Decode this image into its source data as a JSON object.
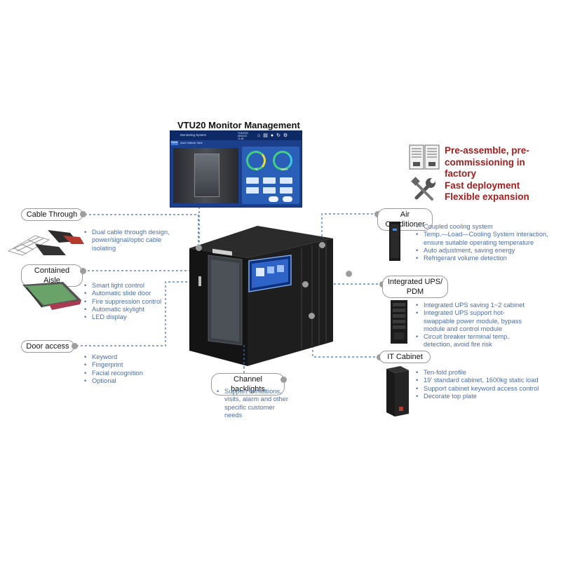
{
  "monitor": {
    "title": "VTU20 Monitor Management",
    "screen_header": "Monitoring System",
    "screen_center": "TUE2020 08/02/21 11:45",
    "screen_tab": "Home",
    "screen_alarm": "Alarm Statistic Table",
    "gauge_left_unit": "℃",
    "gauge_right_unit": "%RH"
  },
  "highlights": {
    "items": [
      "Pre-assemble, pre-commissioning in factory",
      "Fast deployment",
      "Flexible expansion"
    ],
    "color": "#a31f1f"
  },
  "callouts": {
    "cable_through": {
      "label": "Cable Through",
      "features": [
        "Dual cable through design, power/signal/optic cable isolating"
      ]
    },
    "contained_aisle": {
      "label": "Contained Aisle",
      "features": [
        "Smart light control",
        "Automatic slide door",
        "Fire suppression control",
        "Automatic skylight",
        "LED display"
      ]
    },
    "door_access": {
      "label": "Door access",
      "features": [
        "Keyword",
        "Fingerprint",
        "Facial recognition",
        "Optional"
      ]
    },
    "channel_backlights": {
      "label": "Channel  backlights",
      "features": [
        "Support exhibitions, visits, alarm and other specific customer needs"
      ]
    },
    "air_conditioner": {
      "label": "Air Conditioner",
      "features": [
        "Coupled cooling system",
        "Temp.—Load—Cooling System interaction, ensure suitable operating temperature",
        "Auto adjustment, saving energy",
        "Refrigerant volume detection"
      ]
    },
    "integrated_ups": {
      "label": "Integrated UPS/ PDM",
      "features": [
        "Integrated UPS saving 1~2 cabinet",
        "Integrated UPS support hot-swappable power module, bypass module and control module",
        "Circuit breaker terminal temp. detection, avoid fire risk"
      ]
    },
    "it_cabinet": {
      "label": "IT Cabinet",
      "features": [
        "Ten-fold profile",
        "19' standard cabinet, 1600kg static load",
        "Support cabinet keyword access control",
        "Decorate top plate"
      ]
    }
  },
  "colors": {
    "text_blue": "#4b6ea8",
    "dashed_line": "#3d72b4",
    "connector_gray": "#9d9d9d"
  }
}
